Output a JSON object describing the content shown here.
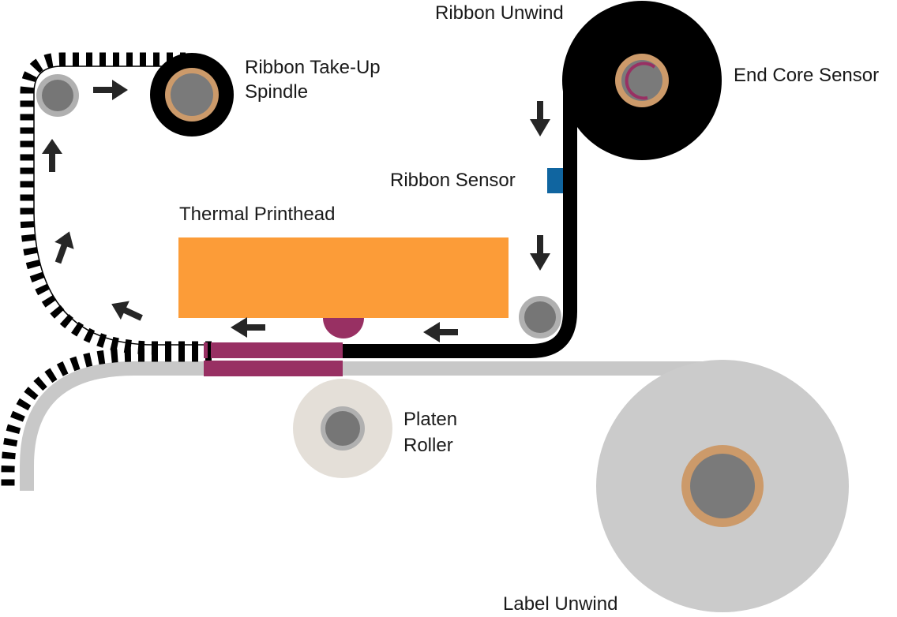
{
  "labels": {
    "ribbon_unwind": "Ribbon Unwind",
    "end_core_sensor": "End Core Sensor",
    "take_up_line1": "Ribbon Take-Up",
    "take_up_line2": "Spindle",
    "ribbon_sensor": "Ribbon Sensor",
    "thermal_printhead": "Thermal Printhead",
    "platen_line1": "Platen",
    "platen_line2": "Roller",
    "label_unwind": "Label Unwind"
  },
  "colors": {
    "ribbon": "#000000",
    "label_liner": "#c8c8c8",
    "printhead": "#fc9c38",
    "print_contact": "#983063",
    "ribbon_sensor": "#1065a0",
    "core": "#cc9a6a",
    "hub": "#7a7a7a",
    "guide_ring": "#b0b0b0",
    "platen": "#e4dfd8",
    "arrow": "#262626"
  },
  "icons": {
    "flow_arrow": "arrow-icon",
    "end_core_indicator": "arc-indicator-icon"
  }
}
